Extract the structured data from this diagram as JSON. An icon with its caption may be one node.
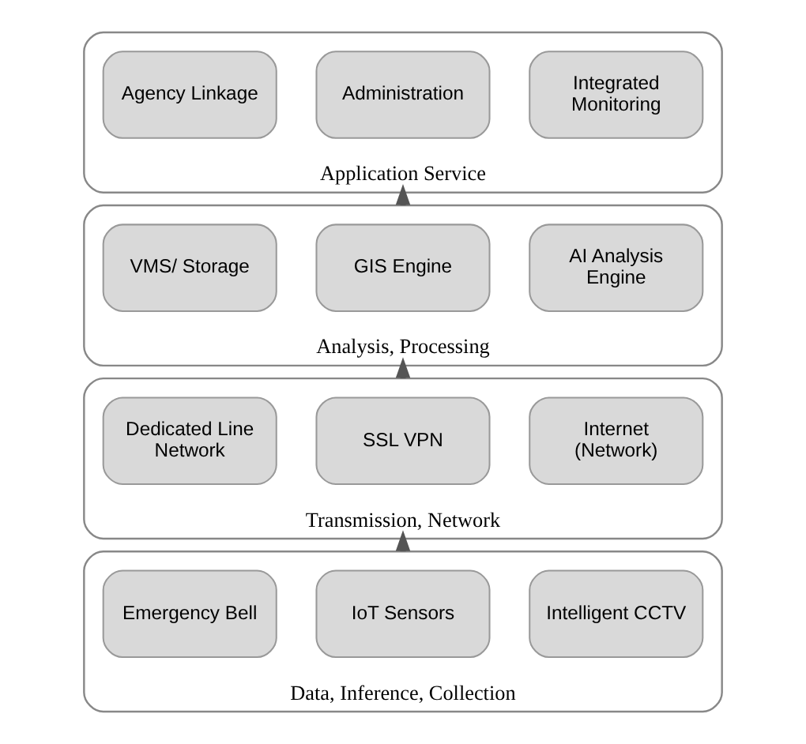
{
  "diagram": {
    "nodes": [
      {
        "text": [
          "Application Service"
        ]
      },
      {
        "text": [
          "Integrated Monitoring"
        ],
        "in": 0
      },
      {
        "text": [
          "Administration"
        ],
        "in": 0
      },
      {
        "text": [
          "Agency Linkage"
        ],
        "in": 0
      },
      {
        "text": [
          "Analysis, Processing"
        ]
      },
      {
        "text": [
          "AI Analysis Engine"
        ],
        "in": 4
      },
      {
        "text": [
          "GIS Engine"
        ],
        "in": 4
      },
      {
        "text": [
          "VMS/ Storage"
        ],
        "in": 4
      },
      {
        "text": [
          "Transmission, Network"
        ]
      },
      {
        "text": [
          "Internet (Network)"
        ],
        "in": 8
      },
      {
        "text": [
          "SSL VPN"
        ],
        "in": 8
      },
      {
        "text": [
          "Dedicated Line Network"
        ],
        "in": 8
      },
      {
        "text": [
          "Data, Inference, Collection"
        ]
      },
      {
        "text": [
          "Intelligent CCTV"
        ],
        "in": 12
      },
      {
        "text": [
          "IoT Sensors"
        ],
        "in": 12
      },
      {
        "text": [
          "Emergency Bell"
        ],
        "in": 12
      }
    ],
    "edges": [
      {
        "from": 12,
        "to": 8,
        "arrow": "to"
      },
      {
        "from": 8,
        "to": 4,
        "arrow": "to"
      },
      {
        "from": 4,
        "to": 0,
        "arrow": "to"
      }
    ]
  }
}
